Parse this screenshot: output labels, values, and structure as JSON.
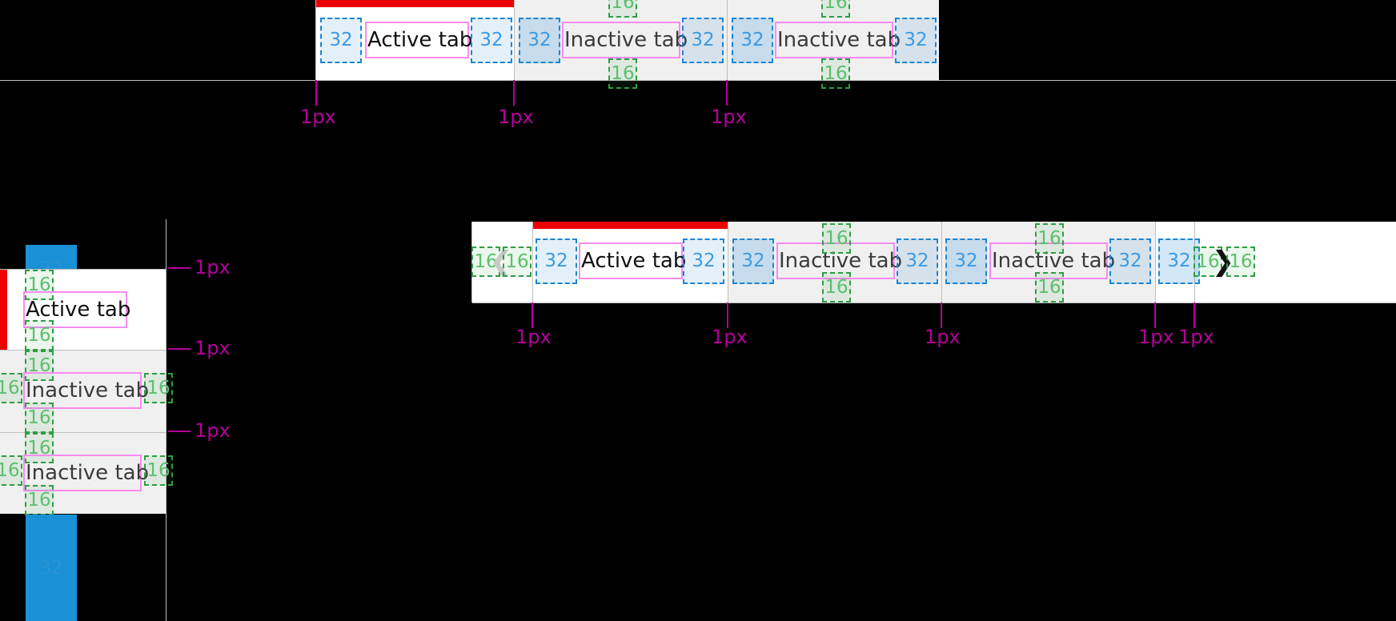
{
  "meta": {
    "kind": "design-redline-spec",
    "colors": {
      "padding_annotation": "#1a86d8",
      "spacing_annotation": "#2f9e44",
      "border_annotation": "#b5009b",
      "content_outline": "#f78bf0",
      "active_accent": "#ec0000",
      "surface_inactive": "#f0f0f0",
      "surface_active": "#ffffff",
      "divider": "#bdbdbd",
      "block": "#1a91d6"
    }
  },
  "values": {
    "pad32": "32",
    "gap16": "16",
    "border1": "1px"
  },
  "panels": {
    "top_horizontal_tabs": {
      "name": "horizontal-tab-bar-spec",
      "tabs": [
        {
          "label": "Active tab",
          "state": "active"
        },
        {
          "label": "Inactive tab",
          "state": "inactive"
        },
        {
          "label": "Inactive tab",
          "state": "inactive"
        }
      ],
      "pad_labels": [
        "32",
        "32",
        "32",
        "32",
        "32",
        "32"
      ],
      "gap_labels": [
        "16",
        "16",
        "16",
        "16"
      ],
      "border_labels": [
        "1px",
        "1px",
        "1px"
      ]
    },
    "left_vertical_tabs": {
      "name": "vertical-tab-list-spec",
      "tabs": [
        {
          "label": "Active tab",
          "state": "active"
        },
        {
          "label": "Inactive tab",
          "state": "inactive"
        },
        {
          "label": "Inactive tab",
          "state": "inactive"
        }
      ],
      "pad_labels": [
        "32",
        "32"
      ],
      "gap_labels": [
        "16",
        "16",
        "16",
        "16",
        "16",
        "16",
        "16",
        "16",
        "16",
        "16"
      ],
      "border_labels": [
        "1px",
        "1px",
        "1px"
      ]
    },
    "right_scrollable_tabs": {
      "name": "scrollable-tab-bar-spec",
      "scroll_left_icon": "chevron-left-icon",
      "scroll_right_icon": "chevron-right-icon",
      "tabs": [
        {
          "label": "Active tab",
          "state": "active"
        },
        {
          "label": "Inactive tab",
          "state": "inactive"
        },
        {
          "label": "Inactive tab",
          "state": "inactive"
        }
      ],
      "pad_labels": [
        "32",
        "32",
        "32",
        "32",
        "32",
        "32"
      ],
      "gap_labels": [
        "16",
        "16",
        "16",
        "16",
        "16",
        "16",
        "16",
        "16"
      ],
      "border_labels": [
        "1px",
        "1px",
        "1px",
        "1px",
        "1px"
      ]
    }
  }
}
